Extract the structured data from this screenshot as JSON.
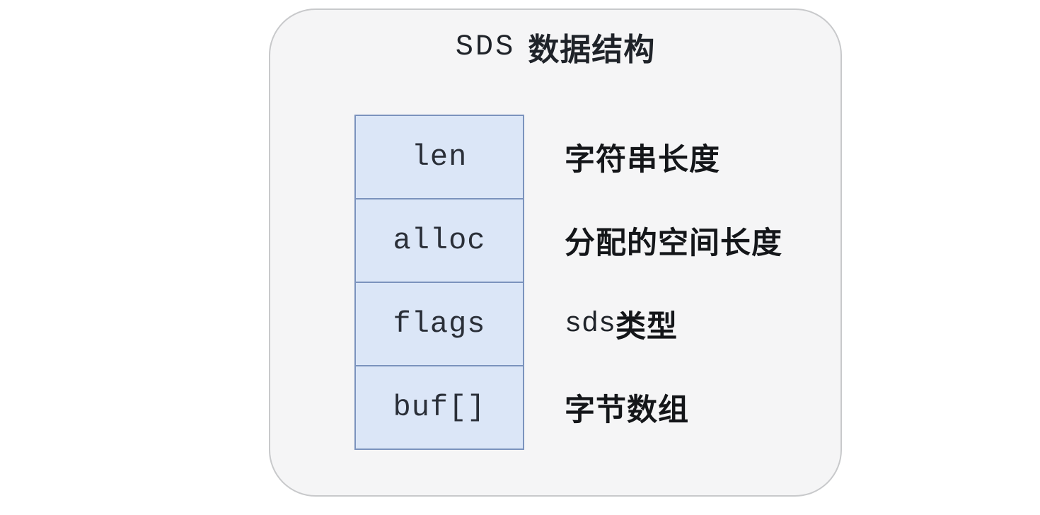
{
  "diagram": {
    "title": {
      "acronym": "SDS",
      "text": "数据结构"
    },
    "rows": [
      {
        "field": "len",
        "desc_mono": "",
        "desc": "字符串长度"
      },
      {
        "field": "alloc",
        "desc_mono": "",
        "desc": "分配的空间长度"
      },
      {
        "field": "flags",
        "desc_mono": "sds",
        "desc": "类型"
      },
      {
        "field": "buf[]",
        "desc_mono": "",
        "desc": "字节数组"
      }
    ],
    "colors": {
      "canvas_bg": "#ffffff",
      "card_bg": "#f5f5f6",
      "card_border": "#c8c9cb",
      "cell_bg": "#dbe6f7",
      "cell_border": "#7b93bd",
      "text": "#1f2329"
    }
  }
}
